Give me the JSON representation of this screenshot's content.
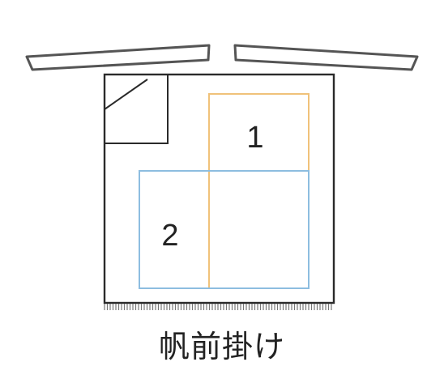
{
  "diagram": {
    "caption": "帆前掛け",
    "regions": [
      {
        "label": "1",
        "color": "#f0c27a"
      },
      {
        "label": "2",
        "color": "#8dbde0"
      }
    ],
    "colors": {
      "outline": "#2a2a2a",
      "waistband": "#555555",
      "fringe": "#777777"
    }
  }
}
